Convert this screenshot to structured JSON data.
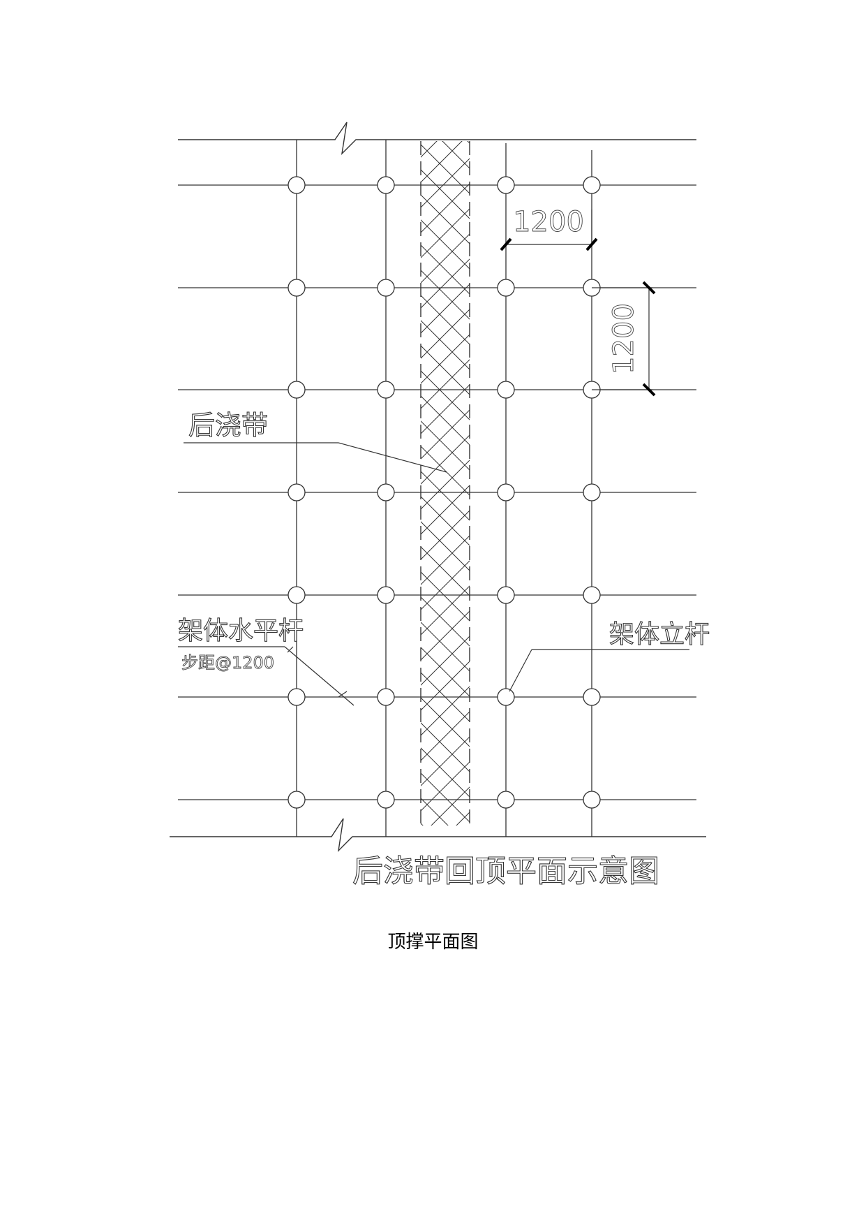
{
  "diagram": {
    "labels": {
      "post_pour_band": "后浇带",
      "horizontal_bar": "架体水平杆",
      "step_distance": "步距@1200",
      "vertical_post": "架体立杆",
      "dim_horizontal": "1200",
      "dim_vertical": "1200",
      "drawing_title": "后浇带回顶平面示意图"
    },
    "grid": {
      "columns": 4,
      "rows": 7
    }
  },
  "caption": "顶撑平面图"
}
